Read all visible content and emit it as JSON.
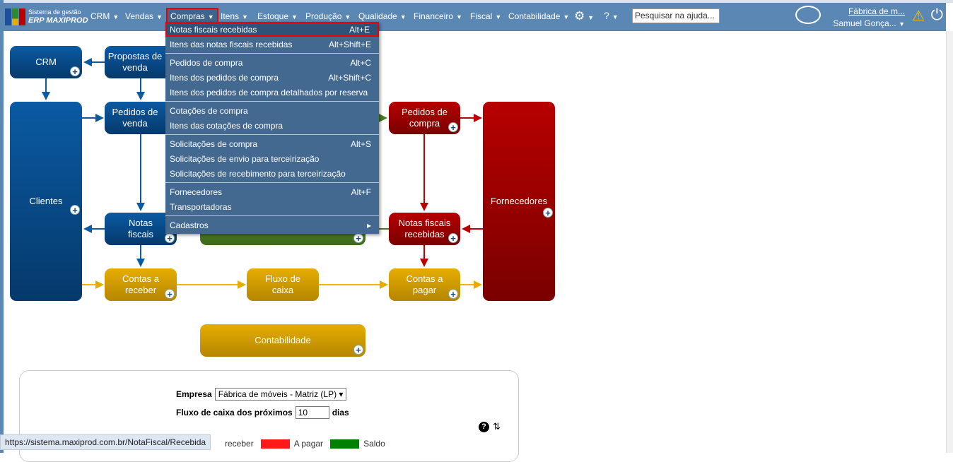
{
  "app": {
    "brand_line1": "Sistema de gestão",
    "brand_line2": "ERP MAXIPROD"
  },
  "nav": {
    "items": [
      "CRM",
      "Vendas",
      "Compras",
      "Itens",
      "Estoque",
      "Produção",
      "Qualidade",
      "Financeiro",
      "Fiscal",
      "Contabilidade"
    ],
    "search_placeholder": "Pesquisar na ajuda...",
    "company": "Fábrica de m...",
    "user": "Samuel Gonça..."
  },
  "menu": {
    "groups": [
      [
        {
          "label": "Notas fiscais recebidas",
          "shortcut": "Alt+E"
        },
        {
          "label": "Itens das notas fiscais recebidas",
          "shortcut": "Alt+Shift+E"
        }
      ],
      [
        {
          "label": "Pedidos de compra",
          "shortcut": "Alt+C"
        },
        {
          "label": "Itens dos pedidos de compra",
          "shortcut": "Alt+Shift+C"
        },
        {
          "label": "Itens dos pedidos de compra detalhados por reserva",
          "shortcut": ""
        }
      ],
      [
        {
          "label": "Cotações de compra",
          "shortcut": ""
        },
        {
          "label": "Itens das cotações de compra",
          "shortcut": ""
        }
      ],
      [
        {
          "label": "Solicitações de compra",
          "shortcut": "Alt+S"
        },
        {
          "label": "Solicitações de envio para terceirização",
          "shortcut": ""
        },
        {
          "label": "Solicitações de recebimento para terceirização",
          "shortcut": ""
        }
      ],
      [
        {
          "label": "Fornecedores",
          "shortcut": "Alt+F"
        },
        {
          "label": "Transportadoras",
          "shortcut": ""
        }
      ],
      [
        {
          "label": "Cadastros",
          "shortcut": ""
        }
      ]
    ]
  },
  "diagram": {
    "crm": "CRM",
    "propostas": "Propostas de venda",
    "clientes": "Clientes",
    "pedidos_venda": "Pedidos de venda",
    "notas_fiscais": "Notas fiscais",
    "pedidos_compra": "Pedidos de compra",
    "fornecedores": "Fornecedores",
    "nf_recebidas": "Notas fiscais recebidas",
    "contas_receber": "Contas a receber",
    "fluxo": "Fluxo de caixa",
    "contas_pagar": "Contas a pagar",
    "contabilidade": "Contabilidade"
  },
  "panel": {
    "empresa_label": "Empresa",
    "empresa_value": "Fábrica de móveis - Matriz (LP)",
    "fluxo_label": "Fluxo de caixa dos próximos",
    "dias_value": "10",
    "dias_label": "dias",
    "legend": [
      {
        "label": "receber",
        "color": ""
      },
      {
        "label": "A pagar",
        "color": "#ff1a1a"
      },
      {
        "label": "Saldo",
        "color": "#008000"
      }
    ]
  },
  "status_url": "https://sistema.maxiprod.com.br/NotaFiscal/Recebida"
}
